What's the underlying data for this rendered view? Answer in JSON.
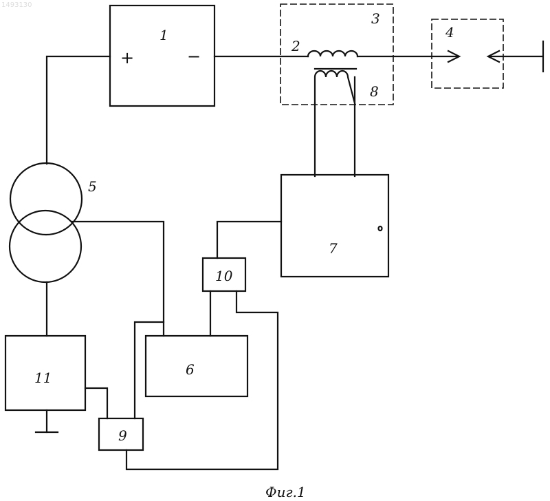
{
  "stamp": "1493130",
  "blocks": {
    "b1": {
      "label": "1",
      "plus": "+",
      "minus": "−"
    },
    "b2": {
      "label": "2"
    },
    "b3": {
      "label": "3"
    },
    "b4": {
      "label": "4"
    },
    "b5": {
      "label": "5"
    },
    "b6": {
      "label": "6"
    },
    "b7": {
      "label": "7"
    },
    "b8": {
      "label": "8"
    },
    "b9": {
      "label": "9"
    },
    "b10": {
      "label": "10"
    },
    "b11": {
      "label": "11"
    }
  },
  "caption": "Фиг.1"
}
